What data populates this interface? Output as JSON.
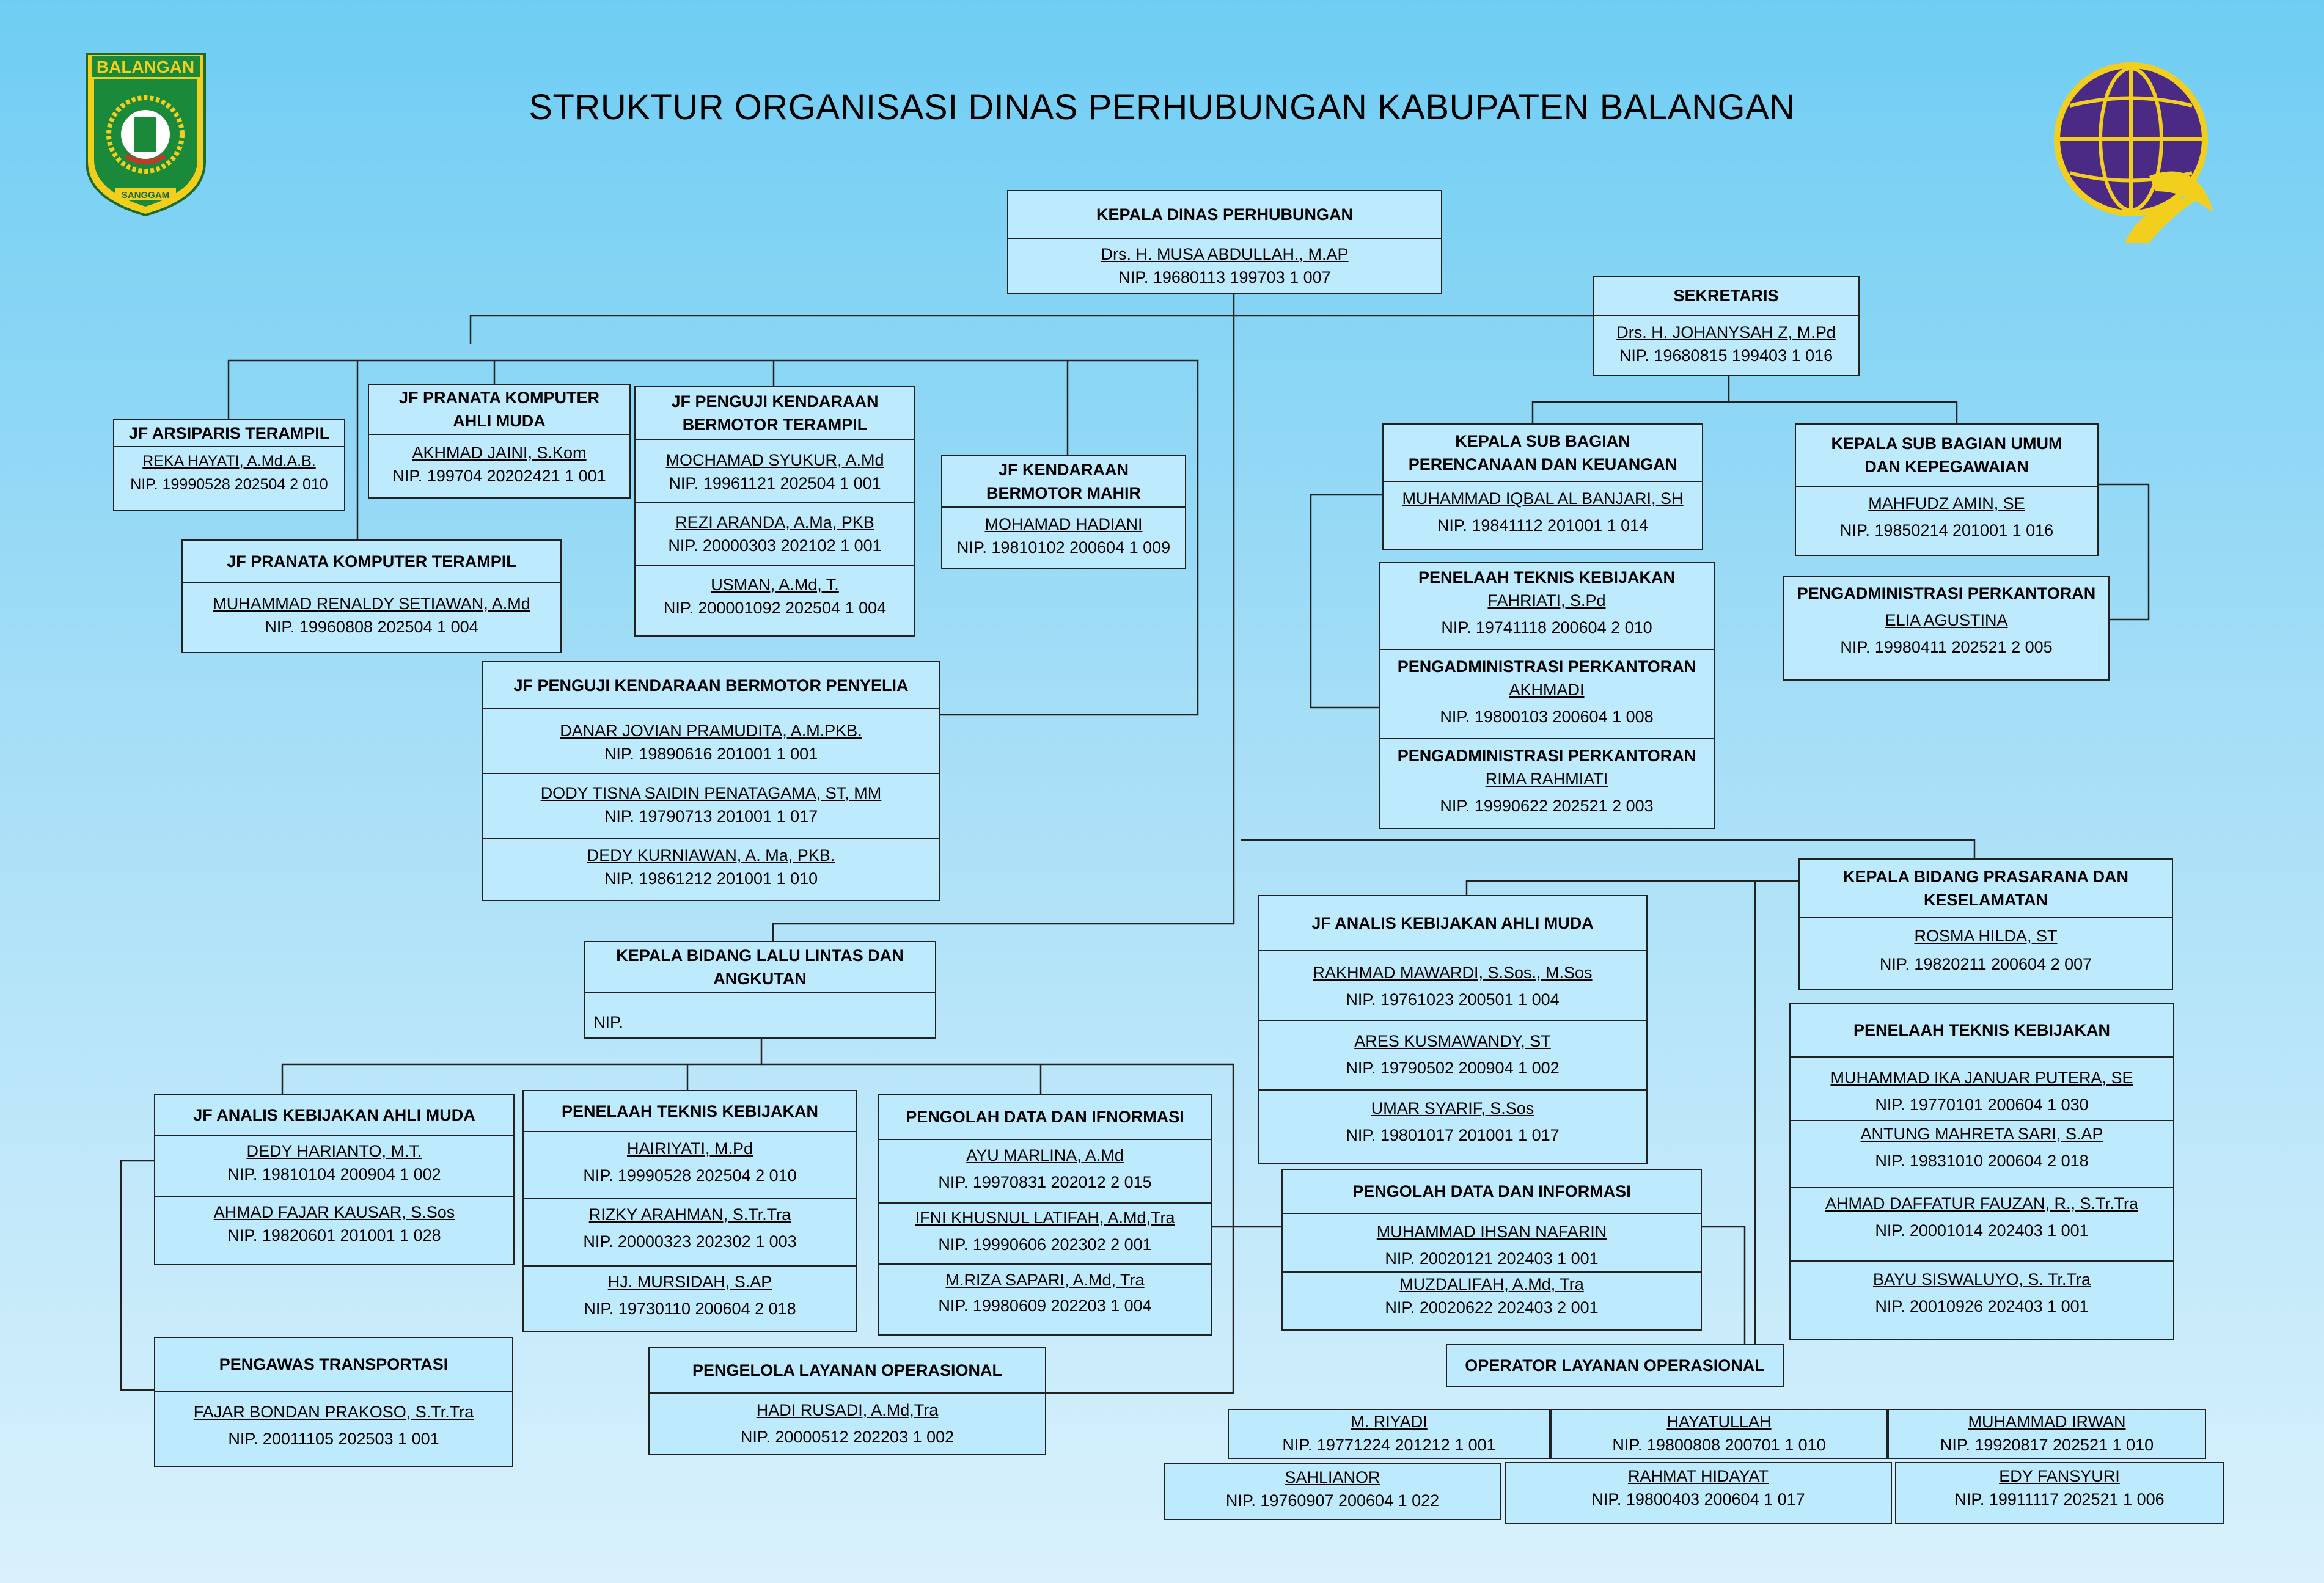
{
  "title": "STRUKTUR ORGANISASI DINAS PERHUBUNGAN KABUPATEN BALANGAN",
  "logos": {
    "left_text_top": "BALANGAN",
    "left_text_bottom": "SANGGAM",
    "left_icon": "balangan-emblem-icon",
    "right_icon": "dishub-globe-icon"
  },
  "colors": {
    "box": "#bdeafc",
    "line": "#222222",
    "emblem_green": "#1a8a3a",
    "emblem_yellow": "#f2cf1d",
    "dishub_purple": "#4b2a86"
  },
  "kepala": {
    "title": "KEPALA DINAS PERHUBUNGAN",
    "name": "Drs. H. MUSA ABDULLAH., M.AP",
    "nip": "NIP. 19680113 199703 1 007"
  },
  "sekretaris": {
    "title": "SEKRETARIS",
    "name": "Drs. H. JOHANYSAH Z, M.Pd",
    "nip": "NIP. 19680815 199403 1 016"
  },
  "arsiparis": {
    "title": "JF ARSIPARIS TERAMPIL",
    "name": "REKA HAYATI, A.Md.A.B.",
    "nip": "NIP. 19990528 202504 2 010"
  },
  "pranata_muda": {
    "title1": "JF PRANATA KOMPUTER",
    "title2": "AHLI MUDA",
    "name": "AKHMAD JAINI, S.Kom",
    "nip": "NIP. 199704 20202421 1 001"
  },
  "pranata_terampil": {
    "title": "JF PRANATA KOMPUTER TERAMPIL",
    "name": "MUHAMMAD RENALDY SETIAWAN, A.Md",
    "nip": "NIP. 19960808 202504 1 004"
  },
  "penguji_terampil": {
    "title1": "JF PENGUJI KENDARAAN",
    "title2": "BERMOTOR TERAMPIL",
    "people": [
      {
        "name": "MOCHAMAD SYUKUR, A.Md",
        "nip": "NIP. 19961121 202504 1 001"
      },
      {
        "name": "REZI ARANDA, A.Ma, PKB",
        "nip": "NIP. 20000303 202102 1 001"
      },
      {
        "name": "USMAN, A.Md, T.",
        "nip": "NIP. 200001092 202504 1 004"
      }
    ]
  },
  "kendaraan_mahir": {
    "title1": "JF KENDARAAN",
    "title2": "BERMOTOR  MAHIR",
    "name": "MOHAMAD HADIANI",
    "nip": "NIP. 19810102 200604 1 009"
  },
  "penguji_penyelia": {
    "title": "JF PENGUJI KENDARAAN BERMOTOR PENYELIA",
    "people": [
      {
        "name": "DANAR JOVIAN PRAMUDITA, A.M.PKB.",
        "nip": "NIP. 19890616 201001 1 001"
      },
      {
        "name": "DODY TISNA SAIDIN PENATAGAMA, ST, MM",
        "nip": "NIP. 19790713 201001 1 017"
      },
      {
        "name": "DEDY KURNIAWAN, A. Ma, PKB.",
        "nip": "NIP. 19861212 201001 1 010"
      }
    ]
  },
  "subbag_keu": {
    "title1": "KEPALA SUB BAGIAN",
    "title2": "PERENCANAAN DAN KEUANGAN",
    "name": "MUHAMMAD IQBAL AL BANJARI, SH",
    "nip": "NIP. 19841112 201001 1 014"
  },
  "keu_staff": [
    {
      "title": "PENELAAH TEKNIS KEBIJAKAN",
      "name": "FAHRIATI, S.Pd",
      "nip": "NIP. 19741118 200604 2 010"
    },
    {
      "title": "PENGADMINISTRASI PERKANTORAN",
      "name": "AKHMADI",
      "nip": "NIP. 19800103 200604 1 008"
    },
    {
      "title": "PENGADMINISTRASI PERKANTORAN",
      "name": "RIMA RAHMIATI",
      "nip": "NIP. 19990622 202521 2 003"
    }
  ],
  "subbag_umum": {
    "title1": "KEPALA SUB BAGIAN UMUM",
    "title2": "DAN KEPEGAWAIAN",
    "name": "MAHFUDZ AMIN, SE",
    "nip": "NIP. 19850214 201001 1 016"
  },
  "umum_staff": {
    "title": "PENGADMINISTRASI PERKANTORAN",
    "name": "ELIA AGUSTINA",
    "nip": "NIP. 19980411 202521 2 005"
  },
  "bid_lalin": {
    "title1": "KEPALA BIDANG LALU LINTAS DAN",
    "title2": "ANGKUTAN",
    "nip": "NIP."
  },
  "lalin_analis": {
    "title": "JF ANALIS KEBIJAKAN AHLI MUDA",
    "people": [
      {
        "name": "DEDY HARIANTO, M.T.",
        "nip": "NIP. 19810104 200904 1 002"
      },
      {
        "name": "AHMAD FAJAR KAUSAR, S.Sos",
        "nip": "NIP. 19820601 201001 1 028"
      }
    ]
  },
  "lalin_penelaah": {
    "title": "PENELAAH TEKNIS KEBIJAKAN",
    "people": [
      {
        "name": "HAIRIYATI, M.Pd",
        "nip": "NIP. 19990528 202504 2 010"
      },
      {
        "name": "RIZKY ARAHMAN, S.Tr.Tra",
        "nip": "NIP. 20000323 202302 1 003"
      },
      {
        "name": "HJ. MURSIDAH, S.AP",
        "nip": "NIP. 19730110 200604 2 018"
      }
    ]
  },
  "lalin_pengolah": {
    "title": "PENGOLAH DATA DAN IFNORMASI",
    "people": [
      {
        "name": "AYU MARLINA, A.Md",
        "nip": "NIP. 19970831 202012 2 015"
      },
      {
        "name": "IFNI KHUSNUL LATIFAH, A.Md,Tra",
        "nip": "NIP. 19990606 202302 2 001"
      },
      {
        "name": "M.RIZA SAPARI, A.Md, Tra",
        "nip": "NIP. 19980609 202203 1 004"
      }
    ]
  },
  "pengawas": {
    "title": "PENGAWAS TRANSPORTASI",
    "name": "FAJAR BONDAN PRAKOSO, S.Tr.Tra",
    "nip": "NIP. 20011105 202503 1 001"
  },
  "pengelola": {
    "title": "PENGELOLA LAYANAN OPERASIONAL",
    "name": "HADI RUSADI, A.Md,Tra",
    "nip": "NIP. 20000512 202203 1 002"
  },
  "bid_prasarana": {
    "title1": "KEPALA BIDANG PRASARANA DAN",
    "title2": "KESELAMATAN",
    "name": "ROSMA HILDA, ST",
    "nip": "NIP. 19820211 200604 2 007"
  },
  "pras_analis": {
    "title": "JF ANALIS KEBIJAKAN AHLI MUDA",
    "people": [
      {
        "name": "RAKHMAD MAWARDI, S.Sos., M.Sos",
        "nip": "NIP. 19761023 200501 1 004"
      },
      {
        "name": "ARES KUSMAWANDY, ST",
        "nip": "NIP. 19790502 200904 1 002"
      },
      {
        "name": "UMAR SYARIF, S.Sos",
        "nip": "NIP. 19801017 201001 1 017"
      }
    ]
  },
  "pras_pengolah": {
    "title": "PENGOLAH DATA DAN INFORMASI",
    "people": [
      {
        "name": "MUHAMMAD IHSAN NAFARIN",
        "nip": "NIP. 20020121 202403 1 001"
      },
      {
        "name": "MUZDALIFAH, A.Md, Tra",
        "nip": "NIP. 20020622 202403 2 001"
      }
    ]
  },
  "pras_penelaah": {
    "title": "PENELAAH TEKNIS KEBIJAKAN",
    "people": [
      {
        "name": "MUHAMMAD IKA JANUAR PUTERA, SE",
        "nip": "NIP. 19770101 200604 1 030"
      },
      {
        "name": "ANTUNG MAHRETA SARI, S.AP",
        "nip": "NIP. 19831010 200604 2 018"
      },
      {
        "name": "AHMAD DAFFATUR FAUZAN, R., S.Tr.Tra",
        "nip": "NIP. 20001014 202403 1 001"
      },
      {
        "name": "BAYU SISWALUYO, S. Tr.Tra",
        "nip": "NIP. 20010926 202403 1 001"
      }
    ]
  },
  "operator": {
    "title": "OPERATOR LAYANAN OPERASIONAL",
    "people": [
      {
        "name": "M. RIYADI",
        "nip": "NIP. 19771224 201212 1 001"
      },
      {
        "name": "HAYATULLAH",
        "nip": "NIP. 19800808 200701 1 010"
      },
      {
        "name": "MUHAMMAD IRWAN",
        "nip": "NIP. 19920817 202521 1 010"
      },
      {
        "name": "SAHLIANOR",
        "nip": "NIP. 19760907 200604 1 022"
      },
      {
        "name": "RAHMAT HIDAYAT",
        "nip": "NIP. 19800403 200604 1 017"
      },
      {
        "name": "EDY FANSYURI",
        "nip": "NIP. 19911117 202521 1 006"
      }
    ]
  }
}
